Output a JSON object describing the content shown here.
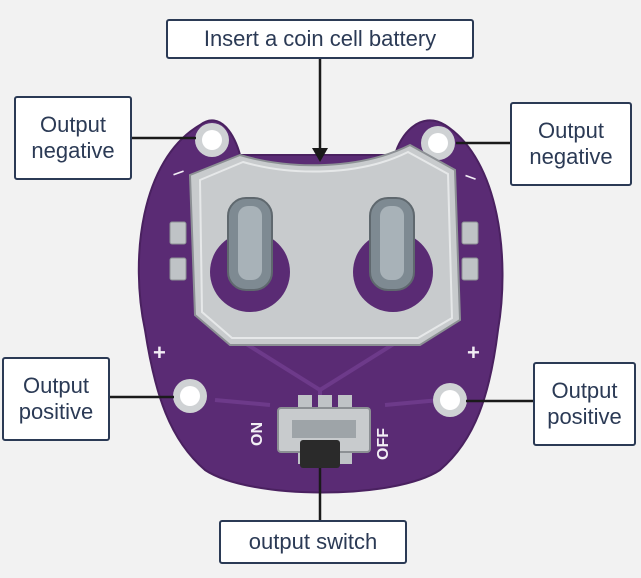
{
  "callouts": {
    "top": "Insert a coin cell battery",
    "neg_left": [
      "Output",
      "negative"
    ],
    "neg_right": [
      "Output",
      "negative"
    ],
    "pos_left": [
      "Output",
      "positive"
    ],
    "pos_right": [
      "Output",
      "positive"
    ],
    "bottom": "output switch"
  },
  "board": {
    "silk_minus": "−",
    "silk_plus": "+",
    "switch_on": "ON",
    "switch_off": "OFF"
  },
  "colors": {
    "pcb": "#5a2b74",
    "pcb_light": "#6d3a8a",
    "silk": "#f2eef5",
    "metal": "#c8cbcd",
    "callout_border": "#2b3a55",
    "background": "#f2f2f2"
  }
}
